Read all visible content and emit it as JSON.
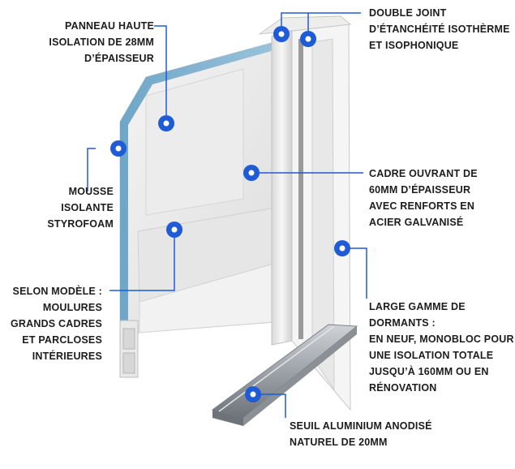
{
  "accent_color": "#1f5bd6",
  "labels": {
    "panneau": [
      "PANNEAU HAUTE",
      "ISOLATION DE 28MM",
      "D’ÉPAISSEUR"
    ],
    "joint": [
      "DOUBLE JOINT",
      "D’ÉTANCHÉITÉ ISOTHÈRME",
      "ET ISOPHONIQUE"
    ],
    "mousse": [
      "MOUSSE",
      "ISOLANTE",
      "STYROFOAM"
    ],
    "cadre": [
      "CADRE OUVRANT DE",
      "60MM D’ÉPAISSEUR",
      "AVEC RENFORTS EN",
      "ACIER GALVANISÉ"
    ],
    "moulures": [
      "SELON MODÈLE :",
      "MOULURES",
      "GRANDS CADRES",
      "ET PARCLOSES",
      "INTÉRIEURES"
    ],
    "dormants": [
      "LARGE GAMME DE",
      "DORMANTS :",
      "EN NEUF, MONOBLOC POUR",
      "UNE ISOLATION TOTALE",
      "JUSQU’À 160MM OU EN",
      "RÉNOVATION"
    ],
    "seuil": [
      "SEUIL ALUMINIUM ANODISÉ",
      "NATUREL DE 20MM"
    ]
  }
}
